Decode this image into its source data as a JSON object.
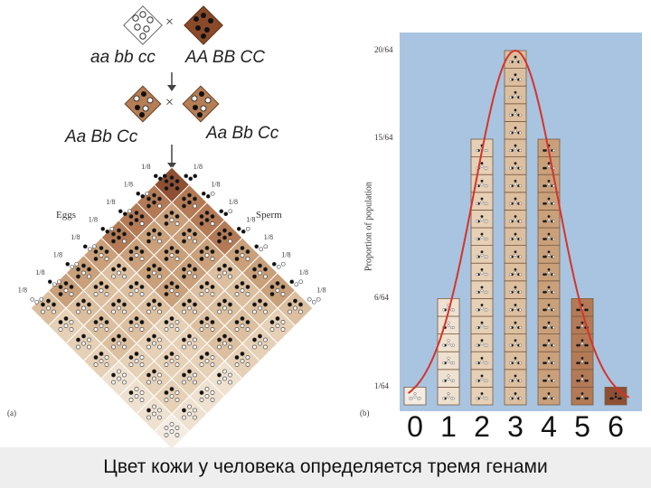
{
  "panel_a": {
    "cross1": {
      "left": "aa bb cc",
      "right": "AA BB CC",
      "symbol": "×"
    },
    "cross2": {
      "left": "Aa Bb Cc",
      "right": "Aa Bb Cc",
      "symbol": "×"
    },
    "eggs_label": "Eggs",
    "sperm_label": "Sperm",
    "fraction": "1/8",
    "panel_letter": "(a)"
  },
  "panel_b": {
    "panel_letter": "(b)",
    "ylabel": "Proportion of population",
    "yticks": [
      "20/64",
      "15/64",
      "6/64",
      "1/64"
    ],
    "xticks": [
      "0",
      "1",
      "2",
      "3",
      "4",
      "5",
      "6"
    ]
  },
  "chart_data": {
    "type": "bar",
    "categories": [
      "0",
      "1",
      "2",
      "3",
      "4",
      "5",
      "6"
    ],
    "values": [
      1,
      6,
      15,
      20,
      15,
      6,
      1
    ],
    "ylabel": "Proportion of population",
    "ytick_labels": [
      "1/64",
      "6/64",
      "15/64",
      "20/64"
    ],
    "ylim": [
      0,
      21
    ],
    "colors": [
      "#f4ece2",
      "#efe1cf",
      "#e6d0b6",
      "#dcbf9f",
      "#c9a07a",
      "#b37a55",
      "#8e4f33"
    ],
    "curve_color": "#d6332a"
  },
  "caption": "Цвет кожи у человека определяется тремя генами"
}
